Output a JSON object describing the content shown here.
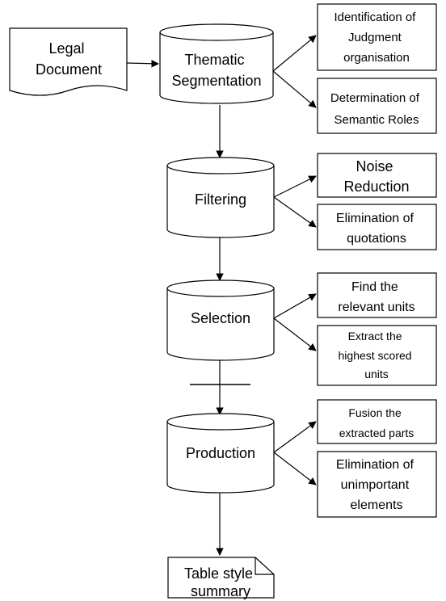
{
  "source_document": [
    "Legal",
    "Document"
  ],
  "stages": [
    {
      "label": [
        "Thematic",
        "Segmentation"
      ],
      "outputs": [
        [
          "Identification of",
          "Judgment",
          "organisation"
        ],
        [
          "Determination of",
          "Semantic Roles"
        ]
      ]
    },
    {
      "label": [
        "Filtering"
      ],
      "outputs": [
        [
          "Noise",
          "Reduction"
        ],
        [
          "Elimination of",
          "quotations"
        ]
      ]
    },
    {
      "label": [
        "Selection"
      ],
      "outputs": [
        [
          "Find the",
          "relevant units"
        ],
        [
          "Extract the",
          "highest scored",
          "units"
        ]
      ]
    },
    {
      "label": [
        "Production"
      ],
      "outputs": [
        [
          "Fusion the",
          "extracted parts"
        ],
        [
          "Elimination of",
          "unimportant",
          "elements"
        ]
      ]
    }
  ],
  "result_document": [
    "Table style",
    "summary"
  ],
  "colors": {
    "stroke": "#000000",
    "fill": "#ffffff"
  }
}
